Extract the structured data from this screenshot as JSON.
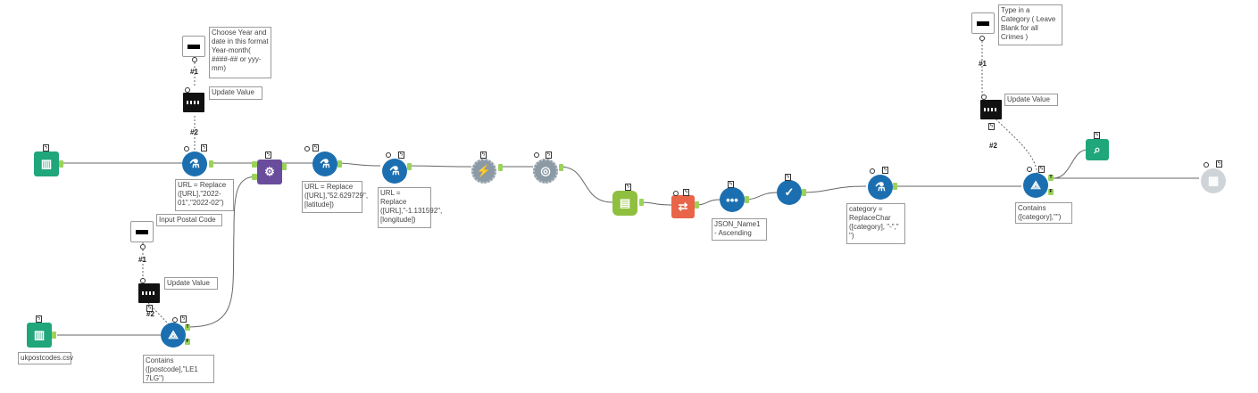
{
  "annotations": {
    "year_month_prompt": "Choose Year and date in this format Year-month( ####-## or yyy-mm)",
    "update_value_1": "Update Value",
    "replace_url_date": "URL = Replace ([URL],\"2022-01\",\"2022-02\")",
    "input_postal_code": "Input Postal Code",
    "update_value_2": "Update Value",
    "ukpostcodes": "ukpostcodes.csv",
    "contains_postcode": "Contains ([postcode],\"LE1 7LG\")",
    "replace_url_lat": "URL = Replace ([URL],\"52.629729\", [latitude])",
    "replace_url_lon": "URL = Replace ([URL],\"-1.131592\", [longitude])",
    "json_sort": "JSON_Name1 - Ascending",
    "replace_char": "category = ReplaceChar ([category], \"-\",\" \")",
    "category_prompt": "Type in a Category ( Leave Blank for all Crimes )",
    "update_value_3": "Update Value",
    "contains_category": "Contains ([category],\"\")"
  },
  "tags": {
    "n1a": "#1",
    "n2a": "#2",
    "n1b": "#1",
    "n2b": "#2",
    "n1c": "#1",
    "n2c": "#2"
  },
  "anchors": {
    "true": "T",
    "false": "F"
  },
  "colors": {
    "input_teal": "#1fa67a",
    "prep_blue": "#1b6fb0",
    "macro_purple": "#6a4c9c",
    "developer_gray": "#8c9aa6",
    "parse_green": "#8fbf3f",
    "parse_orange": "#e8654a",
    "connection": "#666666",
    "anchor_green": "#9bd35a"
  }
}
